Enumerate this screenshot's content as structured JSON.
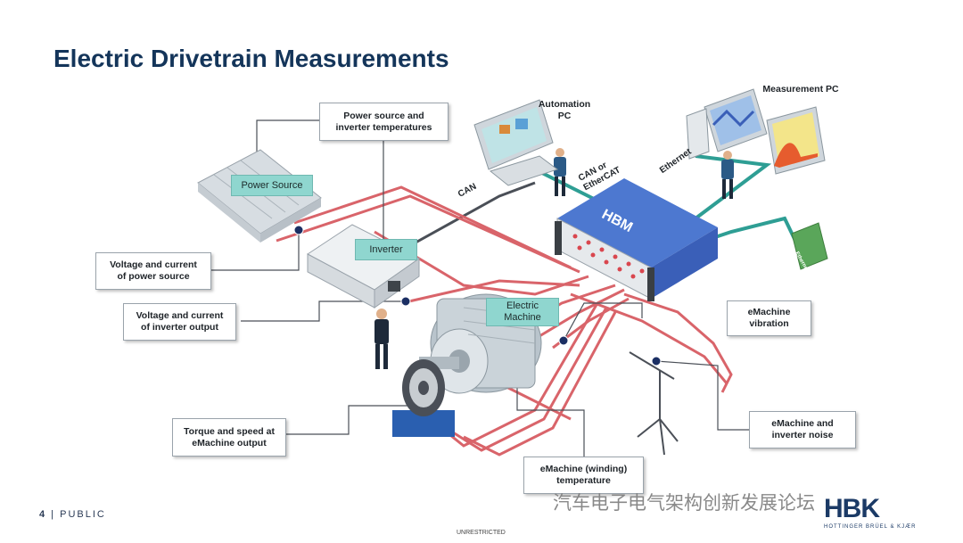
{
  "title": "Electric Drivetrain Measurements",
  "callouts": {
    "power_temp": "Power source and\ninverter temperatures",
    "voltage_source": "Voltage and current\nof power source",
    "voltage_inverter": "Voltage and current\nof inverter output",
    "torque": "Torque and speed at\neMachine output",
    "vibration": "eMachine\nvibration",
    "noise": "eMachine and\ninverter noise",
    "winding": "eMachine (winding)\ntemperature"
  },
  "tags": {
    "power_source": "Power Source",
    "inverter": "Inverter",
    "electric_machine": "Electric\nMachine"
  },
  "pcs": {
    "automation": "Automation\nPC",
    "measurement": "Measurement PC"
  },
  "links": {
    "can": "CAN",
    "can_ethercat": "CAN or\nEtherCAT",
    "ethernet": "Ethernet",
    "ethernet_box": "Ethernet"
  },
  "device_brand": "HBM",
  "footer": {
    "page_number": "4",
    "classification": "PUBLIC",
    "restricted": "UNRESTRICTED"
  },
  "watermark": "汽车电子电气架构创新发展论坛",
  "logo": {
    "text": "HBK",
    "subtitle": "HOTTINGER BRÜEL & KJÆR"
  },
  "colors": {
    "title": "#14355a",
    "cable_red": "#d9646a",
    "cable_teal": "#2e9e94",
    "tag_fill": "#8fd6cf",
    "device_blue": "#3a5fb8"
  }
}
